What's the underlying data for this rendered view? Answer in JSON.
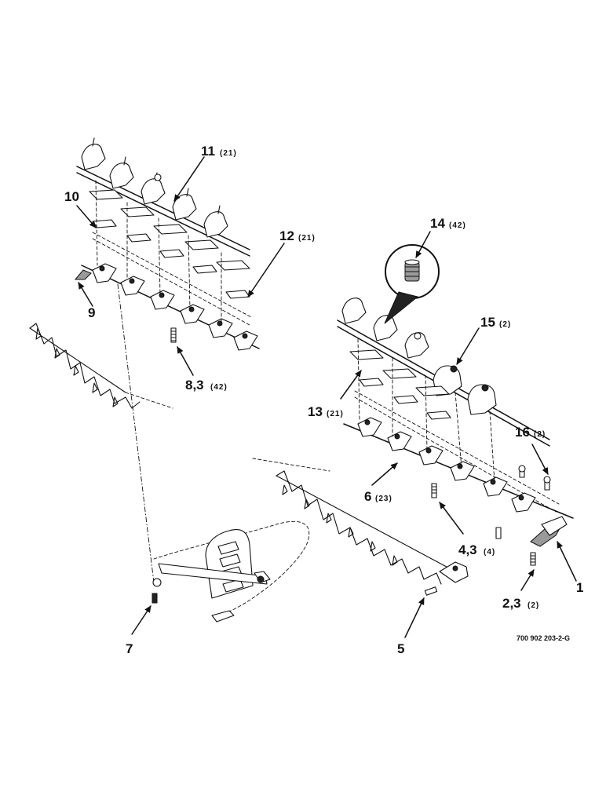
{
  "callouts": [
    {
      "id": "c11",
      "label": "11",
      "qty": "(21)"
    },
    {
      "id": "c10",
      "label": "10",
      "qty": ""
    },
    {
      "id": "c12",
      "label": "12",
      "qty": "(21)"
    },
    {
      "id": "c9",
      "label": "9",
      "qty": ""
    },
    {
      "id": "c83",
      "label": "8,3",
      "qty": "(42)"
    },
    {
      "id": "c14",
      "label": "14",
      "qty": "(42)"
    },
    {
      "id": "c15",
      "label": "15",
      "qty": "(2)"
    },
    {
      "id": "c13",
      "label": "13",
      "qty": "(21)"
    },
    {
      "id": "c16",
      "label": "16",
      "qty": "(2)"
    },
    {
      "id": "c6",
      "label": "6",
      "qty": "(23)"
    },
    {
      "id": "c43",
      "label": "4,3",
      "qty": "(4)"
    },
    {
      "id": "c1",
      "label": "1",
      "qty": ""
    },
    {
      "id": "c23",
      "label": "2,3",
      "qty": "(2)"
    },
    {
      "id": "c7",
      "label": "7",
      "qty": ""
    },
    {
      "id": "c5",
      "label": "5",
      "qty": ""
    }
  ],
  "drawing_number": "700 902 203-2-G"
}
